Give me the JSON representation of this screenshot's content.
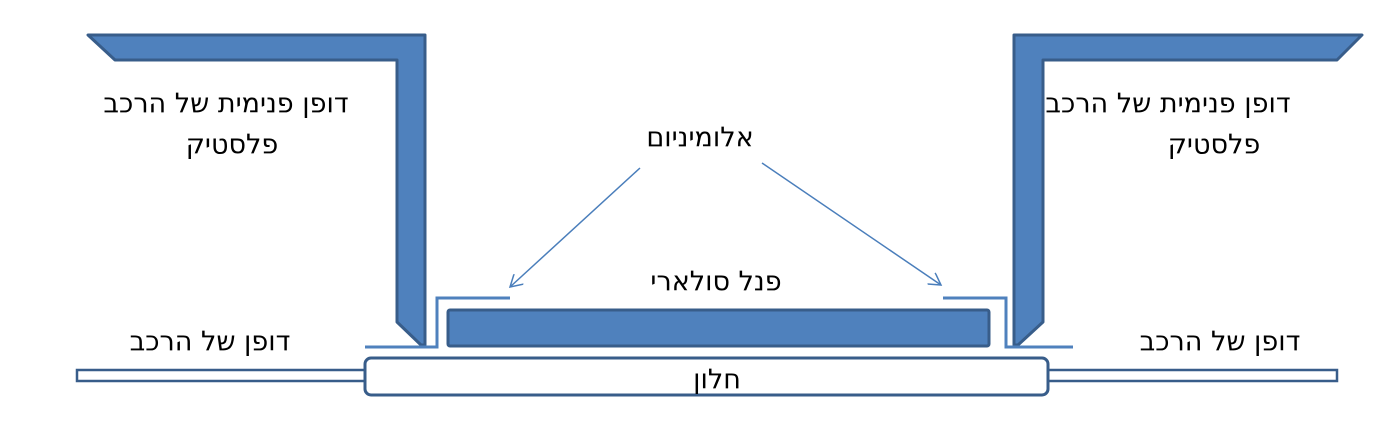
{
  "labels": {
    "left_inner_wall": "דופן פנימית של הרכב",
    "left_inner_material": "פלסטיק",
    "right_inner_wall": "דופן פנימית של הרכב",
    "right_inner_material": "פלסטיק",
    "aluminium": "אלומיניום",
    "solar_panel": "פנל סולארי",
    "left_wall": "דופן של הרכב",
    "right_wall": "דופן של הרכב",
    "window": "חלון"
  },
  "colors": {
    "fill": "#4f81bd",
    "stroke": "#385d8a",
    "line": "#4a7ebb"
  }
}
